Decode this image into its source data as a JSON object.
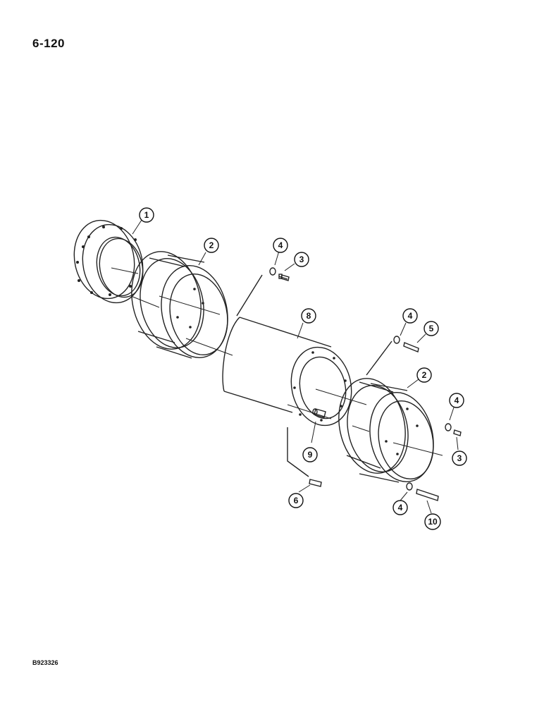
{
  "page": {
    "number": "6-120",
    "figure_code": "B923326"
  },
  "callouts": [
    {
      "id": "c1",
      "label": "1"
    },
    {
      "id": "c2a",
      "label": "2"
    },
    {
      "id": "c4a",
      "label": "4"
    },
    {
      "id": "c3a",
      "label": "3"
    },
    {
      "id": "c8",
      "label": "8"
    },
    {
      "id": "c4b",
      "label": "4"
    },
    {
      "id": "c5",
      "label": "5"
    },
    {
      "id": "c2b",
      "label": "2"
    },
    {
      "id": "c4c",
      "label": "4"
    },
    {
      "id": "c3b",
      "label": "3"
    },
    {
      "id": "c9",
      "label": "9"
    },
    {
      "id": "c6",
      "label": "6"
    },
    {
      "id": "c4d",
      "label": "4"
    },
    {
      "id": "c10",
      "label": "10"
    }
  ]
}
